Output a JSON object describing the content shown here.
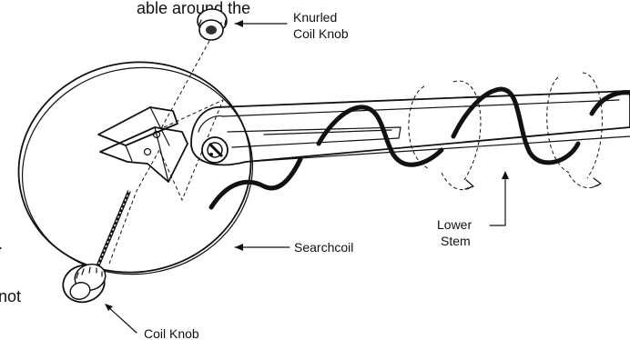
{
  "labels": {
    "knurled_knob_line1": "Knurled",
    "knurled_knob_line2": "Coil Knob",
    "searchcoil": "Searchcoil",
    "lower_stem_line1": "Lower",
    "lower_stem_line2": "Stem",
    "coil_knob": "Coil Knob"
  },
  "text_fragments": {
    "top": "able around the",
    "left_period": ".",
    "left_not": "not"
  }
}
